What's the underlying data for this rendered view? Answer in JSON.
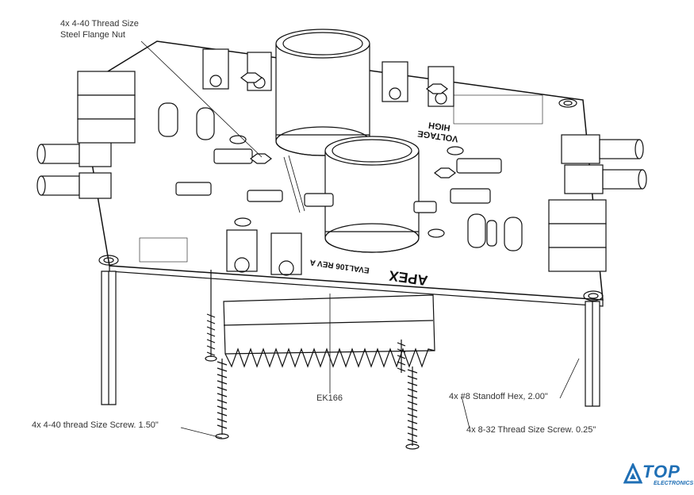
{
  "callouts": {
    "flange_nut_line1": "4x 4-40 Thread Size",
    "flange_nut_line2": "Steel Flange Nut",
    "board_id": "EK166",
    "standoff": "4x #8 Standoff Hex, 2.00\"",
    "screw_440": "4x 4-40 thread Size Screw.  1.50\"",
    "screw_832": "4x 8-32 Thread Size Screw.  0.25\""
  },
  "board_text": {
    "voltage_line1": "HIGH",
    "voltage_line2": "VOLTAGE",
    "eval_line": "EVAL106  REV A",
    "brand": "APEX"
  },
  "logo": {
    "name": "TOP",
    "sub": "ELECTRONICS",
    "icon": "triangle-drop-icon",
    "color": "#1f6fb5"
  }
}
